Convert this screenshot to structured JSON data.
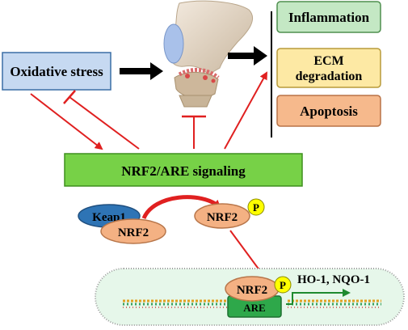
{
  "nodes": {
    "oxidative_stress": "Oxidative stress",
    "inflammation": "Inflammation",
    "ecm_line1": "ECM",
    "ecm_line2": "degradation",
    "apoptosis": "Apoptosis",
    "nrf2_are_signaling": "NRF2/ARE signaling",
    "keap1": "Keap1",
    "nrf2_bound": "NRF2",
    "nrf2_free": "NRF2",
    "phospho_free": "P",
    "nrf2_nuclear": "NRF2",
    "phospho_nuclear": "P",
    "are": "ARE",
    "target_genes": "HO-1, NQO-1"
  },
  "colors": {
    "oxidative_box": "#c6d9f1",
    "inflammation_box": "#c4e8c4",
    "ecm_box": "#fde9a4",
    "apoptosis_box": "#f6b98c",
    "signaling_box": "#77d147",
    "keap1": "#2e74b5",
    "nrf2": "#f4b183",
    "phospho": "#ffff00",
    "are": "#2ea84a",
    "arrow_red": "#e02020",
    "cell_fill": "#e6f7ea",
    "cell_border": "#9e9e9e"
  }
}
